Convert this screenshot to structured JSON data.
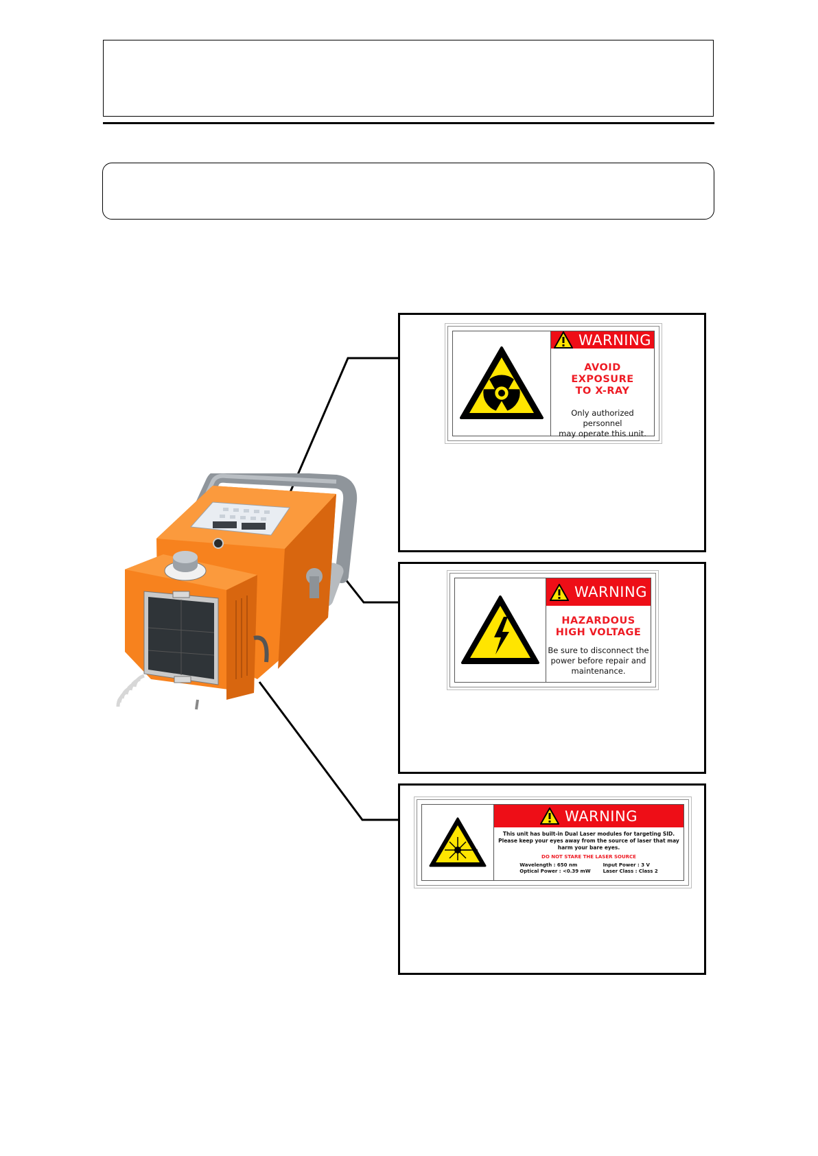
{
  "labels": [
    {
      "id": "x-ray",
      "signal_word": "WARNING",
      "hazard_lines": [
        "AVOID EXPOSURE",
        "TO X-RAY"
      ],
      "body_lines": [
        "Only authorized personnel",
        "may operate this unit."
      ],
      "symbol": "radiation-trefoil-icon"
    },
    {
      "id": "high-voltage",
      "signal_word": "WARNING",
      "hazard_lines": [
        "HAZARDOUS",
        "HIGH VOLTAGE"
      ],
      "body_lines": [
        "Be sure to disconnect the",
        "power before repair and",
        "maintenance."
      ],
      "symbol": "lightning-bolt-icon"
    },
    {
      "id": "laser",
      "signal_word": "WARNING",
      "body_lines": [
        "This unit has built-in Dual Laser modules for targeting SID.",
        "Please keep your eyes away from the source of laser that may",
        "harm your bare eyes."
      ],
      "caution": "DO NOT STARE THE LASER SOURCE",
      "specs": [
        "Wavelength : 650 nm",
        "Input Power : 3 V",
        "Optical Power : <0.39 mW",
        "Laser Class : Class 2"
      ],
      "symbol": "laser-starburst-icon"
    }
  ],
  "colors": {
    "warning_red": "#ee0e17",
    "hazard_yellow": "#ffe500",
    "unit_orange": "#f7821e",
    "handle_gray": "#8f959b"
  }
}
